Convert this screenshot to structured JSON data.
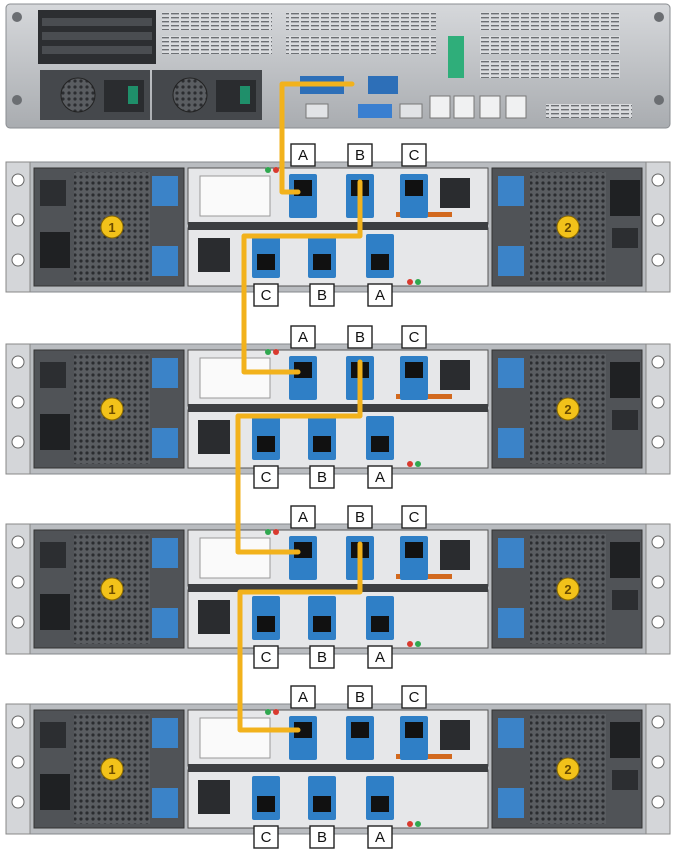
{
  "colors": {
    "cable": "#f2b21c",
    "port_blue": "#2f7fc6",
    "chassis": "#b9bcc0",
    "fan_badge": "#f2c21a"
  },
  "shelves": [
    {
      "fan_left": "1",
      "fan_right": "2",
      "top_ports": [
        "A",
        "B",
        "C"
      ],
      "bottom_ports": [
        "C",
        "B",
        "A"
      ]
    },
    {
      "fan_left": "1",
      "fan_right": "2",
      "top_ports": [
        "A",
        "B",
        "C"
      ],
      "bottom_ports": [
        "C",
        "B",
        "A"
      ]
    },
    {
      "fan_left": "1",
      "fan_right": "2",
      "top_ports": [
        "A",
        "B",
        "C"
      ],
      "bottom_ports": [
        "C",
        "B",
        "A"
      ]
    },
    {
      "fan_left": "1",
      "fan_right": "2",
      "top_ports": [
        "A",
        "B",
        "C"
      ],
      "bottom_ports": [
        "C",
        "B",
        "A"
      ]
    }
  ]
}
